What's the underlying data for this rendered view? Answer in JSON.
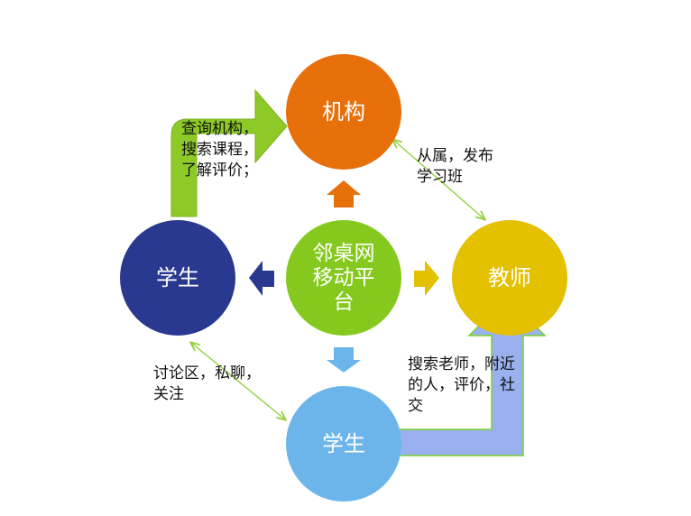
{
  "nodes": {
    "center": "邻桌网\n移动平\n台",
    "top": "机构",
    "left": "学生",
    "right": "教师",
    "bottom": "学生"
  },
  "notes": {
    "student_to_institution": "查询机构，\n搜索课程，\n了解评价；",
    "teacher_to_institution": "从属，发布\n学习班",
    "student_to_student": "讨论区，私聊，\n关注",
    "student_to_teacher": "搜索老师，附近\n的人，评价，社\n交"
  },
  "colors": {
    "institution": "#E8700A",
    "student_left": "#2A3990",
    "teacher": "#E3C000",
    "student_bottom": "#6CB5EB",
    "center": "#86C91E",
    "green_arrow": "#8DCA28",
    "blue_arrow": "#9BB0EE",
    "line": "#95D040"
  }
}
